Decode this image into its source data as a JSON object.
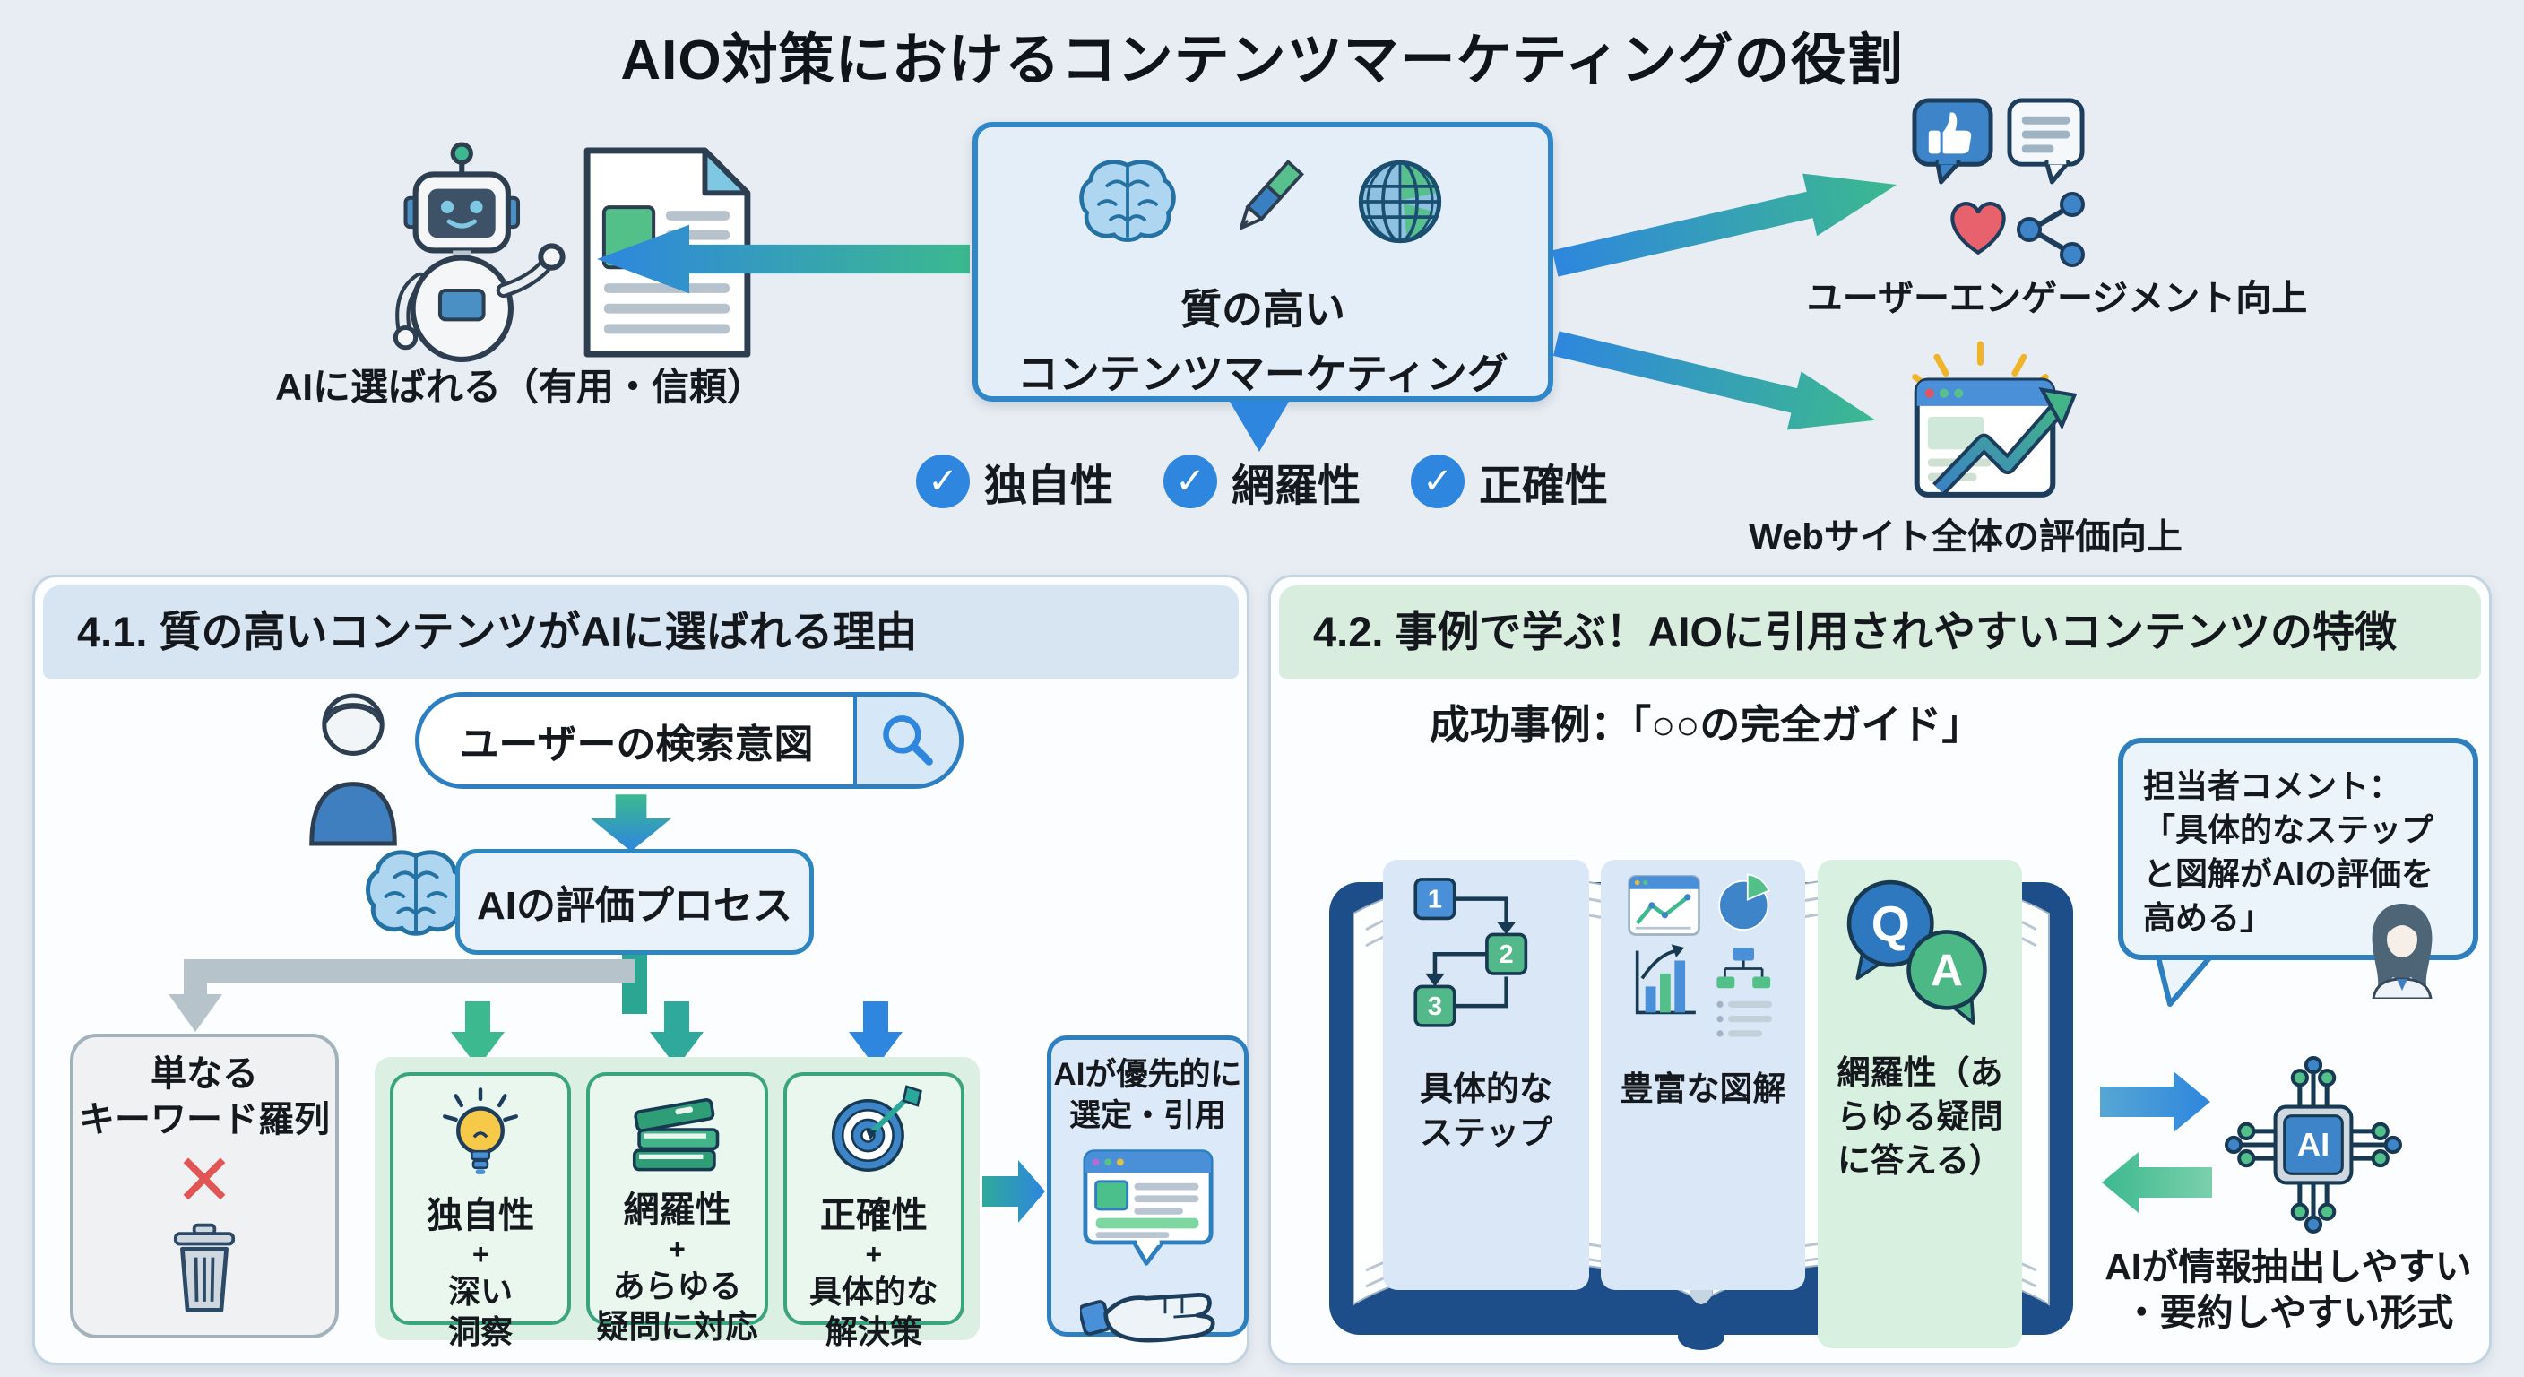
{
  "title": "AIO対策におけるコンテンツマーケティングの役割",
  "top": {
    "center_box": {
      "line1": "質の高い",
      "line2": "コンテンツマーケティング"
    },
    "left_outcome": "AIに選ばれる（有用・信頼）",
    "engagement_label": "ユーザーエンゲージメント向上",
    "website_label": "Webサイト全体の評価向上",
    "check_glyph": "✓",
    "checks": [
      {
        "label": "独自性"
      },
      {
        "label": "網羅性"
      },
      {
        "label": "正確性"
      }
    ]
  },
  "panel_41": {
    "heading": "4.1. 質の高いコンテンツがAIに選ばれる理由",
    "search_value": "ユーザーの検索意図",
    "eval_label": "AIの評価プロセス",
    "reject": {
      "line1": "単なる",
      "line2": "キーワード羅列",
      "mark": "✕"
    },
    "factors": [
      {
        "title": "独自性",
        "plus": "+",
        "desc1": "深い",
        "desc2": "洞察"
      },
      {
        "title": "網羅性",
        "plus": "+",
        "desc1": "あらゆる",
        "desc2": "疑問に対応"
      },
      {
        "title": "正確性",
        "plus": "+",
        "desc1": "具体的な",
        "desc2": "解決策"
      }
    ],
    "result": {
      "line1": "AIが優先的に",
      "line2": "選定・引用"
    }
  },
  "panel_42": {
    "heading": "4.2. 事例で学ぶ！AIOに引用されやすいコンテンツの特徴",
    "case_label": "成功事例：「○○の完全ガイド」",
    "steps_numbers": [
      "1",
      "2",
      "3"
    ],
    "qa": {
      "q": "Q",
      "a": "A"
    },
    "cards": [
      {
        "line1": "具体的な",
        "line2": "ステップ"
      },
      {
        "line1": "豊富な図解"
      },
      {
        "line1": "網羅性（あ",
        "line2": "らゆる疑問",
        "line3": "に答える）"
      }
    ],
    "comment": {
      "line1": "担当者コメント：",
      "line2": "「具体的なステップ",
      "line3": "と図解がAIの評価を",
      "line4": "高める」"
    },
    "chip_label": "AI",
    "format_note": {
      "line1": "AIが情報抽出しやすい",
      "line2": "・要約しやすい形式"
    }
  },
  "colors": {
    "background": "#e8edf3",
    "accent_blue": "#2e86de",
    "accent_green": "#3cb98f",
    "panel41_header": "#d7e5f2",
    "panel42_header": "#d9edde",
    "reject_red": "#e25555",
    "border_blue": "#2f86c8"
  }
}
